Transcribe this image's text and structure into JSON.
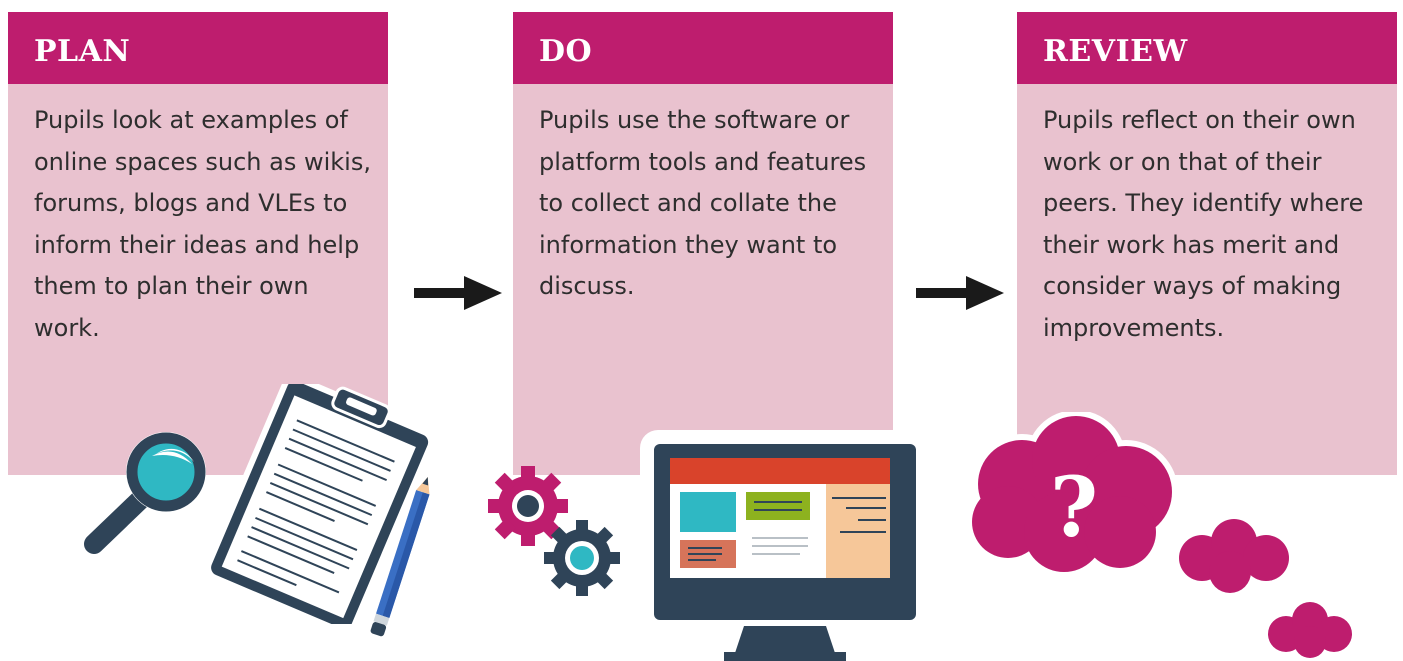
{
  "steps": [
    {
      "title": "PLAN",
      "text": "Pupils look at examples of online spaces such as wikis, forums, blogs and VLEs to inform their ideas and help them to plan their own work."
    },
    {
      "title": "DO",
      "text": "Pupils use the software or platform tools and features to collect and collate the information they want to discuss."
    },
    {
      "title": "REVIEW",
      "text": "Pupils reflect on their own work or on that of their peers. They identify where their work has merit and consider ways of making improvements."
    }
  ],
  "illustrations": {
    "plan": [
      "magnifying-glass-icon",
      "clipboard-icon",
      "pencil-icon"
    ],
    "do": [
      "gears-icon",
      "monitor-icon"
    ],
    "review": [
      "question-cloud-icon",
      "thought-cloud-icon"
    ]
  },
  "colors": {
    "header": "#be1d6e",
    "card": "#e9c2cf",
    "text": "#2e2e2e",
    "arrow": "#1a1a1a",
    "navy": "#2f4458",
    "teal": "#2fb8c3",
    "red": "#d9432b",
    "green": "#8db21f",
    "peach": "#f6c799",
    "brick": "#d6745a"
  }
}
